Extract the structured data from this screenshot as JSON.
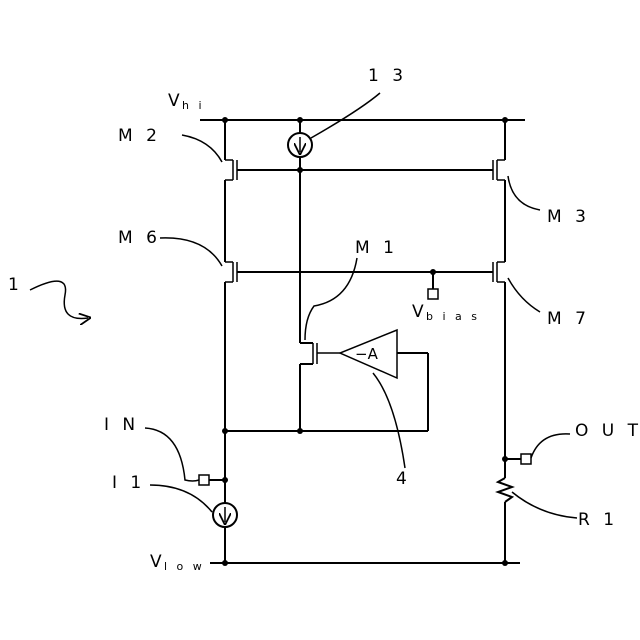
{
  "labels": {
    "vhi": "V",
    "vhi_sub": "h i",
    "vlow": "V",
    "vlow_sub": "l o w",
    "vbias": "V",
    "vbias_sub": "b i a s",
    "m1": "M 1",
    "m2": "M 2",
    "m3": "M 3",
    "m6": "M 6",
    "m7": "M 7",
    "ref13": "1 3",
    "ref1": "1",
    "ref4": "4",
    "in": "I N",
    "i1": "I 1",
    "out": "O U T",
    "r1": "R 1",
    "amp": "−A"
  }
}
